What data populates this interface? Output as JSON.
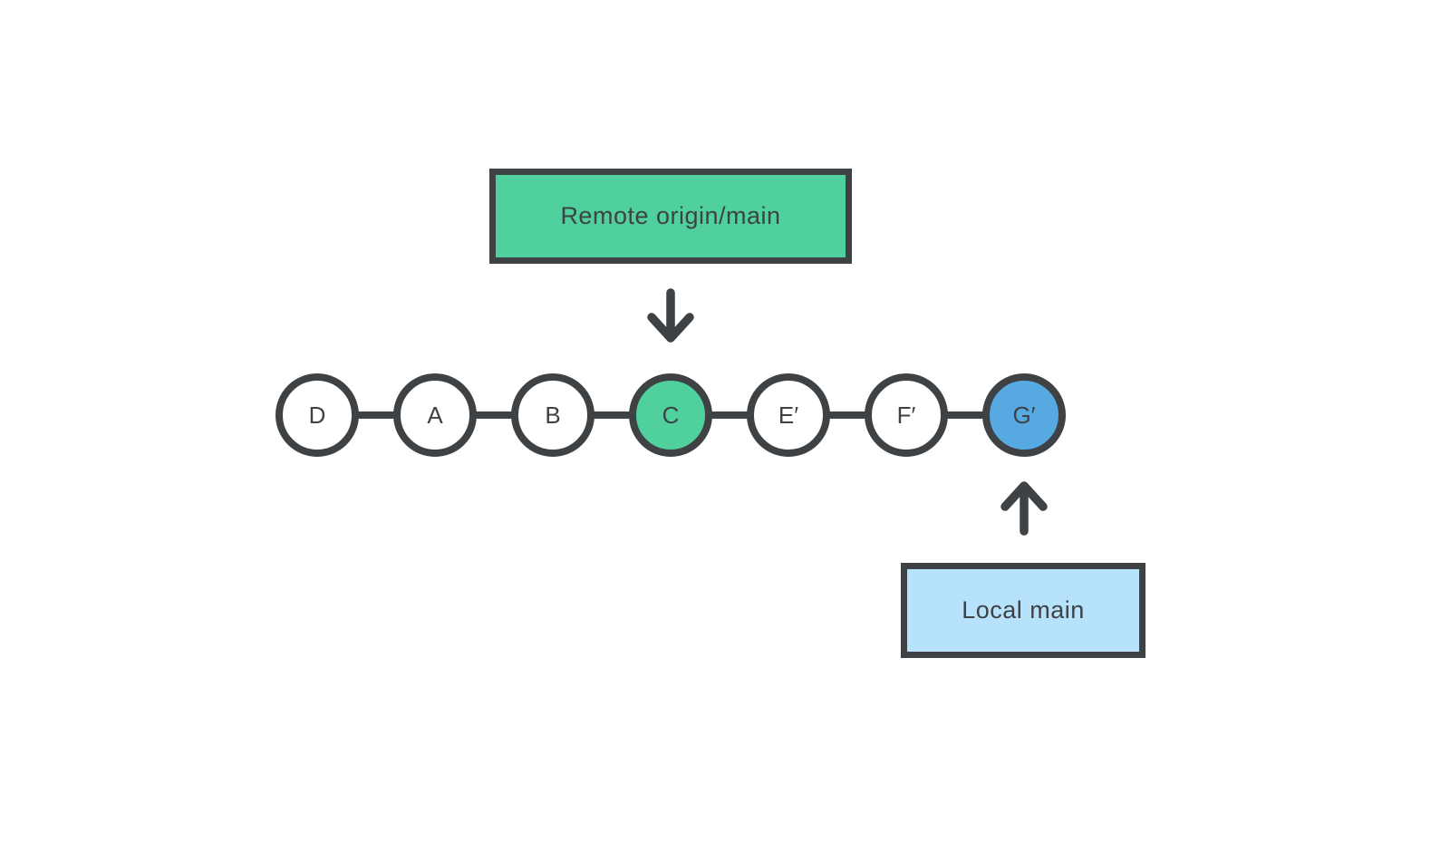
{
  "diagram": {
    "type": "git-commit-graph",
    "remote_branch_box": {
      "label": "Remote origin/main"
    },
    "local_branch_box": {
      "label": "Local main"
    },
    "commits": [
      {
        "id": "D",
        "fill": "white"
      },
      {
        "id": "A",
        "fill": "white"
      },
      {
        "id": "B",
        "fill": "white"
      },
      {
        "id": "C",
        "fill": "green"
      },
      {
        "id": "E′",
        "fill": "white"
      },
      {
        "id": "F′",
        "fill": "white"
      },
      {
        "id": "G′",
        "fill": "blue"
      }
    ],
    "icons": {
      "down_arrow": "arrow-down-icon",
      "up_arrow": "arrow-up-icon"
    },
    "colors": {
      "dark": "#3E4245",
      "green": "#4FD09C",
      "blue": "#57A9E2",
      "light_blue": "#B7E2FB"
    }
  }
}
